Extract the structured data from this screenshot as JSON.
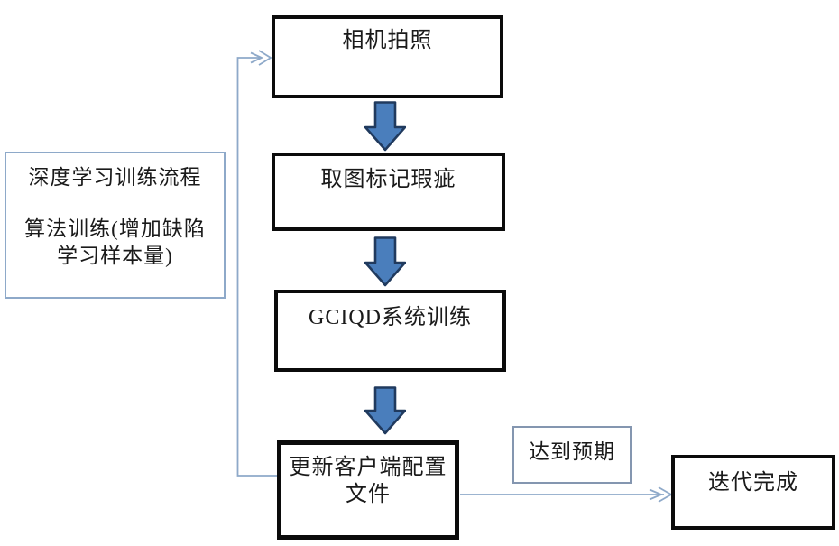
{
  "diagram": {
    "nodes": {
      "camera": {
        "label": "相机拍照"
      },
      "mark_defects": {
        "label": "取图标记瑕疵"
      },
      "gciqd_training": {
        "label": "GCIQD系统训练"
      },
      "update_config": {
        "label_line1": "更新客户端配置",
        "label_line2": "文件"
      },
      "iteration_done": {
        "label": "迭代完成"
      }
    },
    "side_note": {
      "line1": "深度学习训练流程",
      "line2": "算法训练(增加缺陷",
      "line3": "学习样本量)"
    },
    "edge_label": {
      "label": "达到预期"
    },
    "colors": {
      "block_arrow_fill": "#4a7ebc",
      "block_arrow_stroke": "#203a5e",
      "connector_line": "#8ea9c9",
      "node_border": "#0b0b0b",
      "note_border": "#8ea9c9",
      "edge_label_border": "#8496b0",
      "background": "#ffffff"
    }
  }
}
